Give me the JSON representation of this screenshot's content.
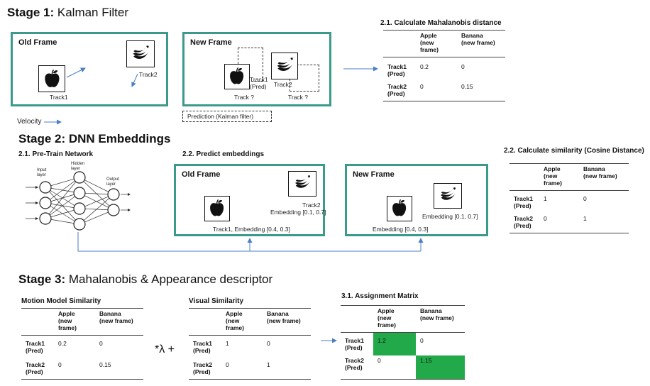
{
  "stage1": {
    "title_bold": "Stage 1:",
    "title_rest": "Kalman Filter",
    "old_frame": {
      "label": "Old Frame",
      "track1": "Track1",
      "track2": "Track2"
    },
    "new_frame": {
      "label": "New Frame",
      "track1_pred": "Track1\n(Pred)",
      "track2": "Track2",
      "track_q1": "Track ?",
      "track_q2": "Track ?"
    },
    "prediction_label": "Prediction (Kalman filter)",
    "velocity_label": "Velocity",
    "mahalanobis": {
      "title": "2.1. Calculate Mahalanobis distance",
      "col1": "Apple\n(new\nframe)",
      "col2": "Banana\n(new frame)",
      "rows": [
        {
          "head": "Track1\n(Pred)",
          "c1": "0.2",
          "c2": "0"
        },
        {
          "head": "Track2\n(Pred)",
          "c1": "0",
          "c2": "0.15"
        }
      ]
    }
  },
  "stage2": {
    "title_bold": "Stage 2:",
    "title_rest": "DNN Embeddings",
    "pretrain_title": "2.1. Pre-Train Network",
    "nn": {
      "input": "Input\nlayer",
      "hidden": "Hidden\nlayer",
      "output": "Output\nlayer"
    },
    "predict_title": "2.2. Predict embeddings",
    "old_frame": {
      "label": "Old Frame",
      "track2": "Track2",
      "emb2": "Embedding [0.1, 0.7]",
      "emb1": "Track1, Embedding [0.4, 0.3]"
    },
    "new_frame": {
      "label": "New Frame",
      "emb2": "Embedding [0.1, 0.7]",
      "emb1": "Embedding [0.4, 0.3]"
    },
    "cosine": {
      "title": "2.2. Calculate similarity (Cosine Distance)",
      "col1": "Apple\n(new\nframe)",
      "col2": "Banana\n(new frame)",
      "rows": [
        {
          "head": "Track1\n(Pred)",
          "c1": "1",
          "c2": "0"
        },
        {
          "head": "Track2\n(Pred)",
          "c1": "0",
          "c2": "1"
        }
      ]
    }
  },
  "stage3": {
    "title_bold": "Stage 3:",
    "title_rest": "Mahalanobis & Appearance descriptor",
    "lambda_op": "*λ +",
    "motion": {
      "title": "Motion Model Similarity",
      "col1": "Apple\n(new\nframe)",
      "col2": "Banana\n(new frame)",
      "rows": [
        {
          "head": "Track1\n(Pred)",
          "c1": "0.2",
          "c2": "0"
        },
        {
          "head": "Track2\n(Pred)",
          "c1": "0",
          "c2": "0.15"
        }
      ]
    },
    "visual": {
      "title": "Visual Similarity",
      "col1": "Apple\n(new\nframe)",
      "col2": "Banana\n(new frame)",
      "rows": [
        {
          "head": "Track1\n(Pred)",
          "c1": "1",
          "c2": "0"
        },
        {
          "head": "Track2\n(Pred)",
          "c1": "0",
          "c2": "1"
        }
      ]
    },
    "assignment": {
      "title": "3.1. Assignment Matrix",
      "col1": "Apple\n(new\nframe)",
      "col2": "Banana\n(new frame)",
      "rows": [
        {
          "head": "Track1\n(Pred)",
          "c1": "1.2",
          "c2": "0"
        },
        {
          "head": "Track2\n(Pred)",
          "c1": "0",
          "c2": "1.15"
        }
      ]
    }
  },
  "colors": {
    "frame": "#3a9a8c",
    "arrow": "#4a7fc4",
    "highlight": "#22a94a"
  },
  "icons": [
    "apple-icon",
    "banana-icon"
  ]
}
